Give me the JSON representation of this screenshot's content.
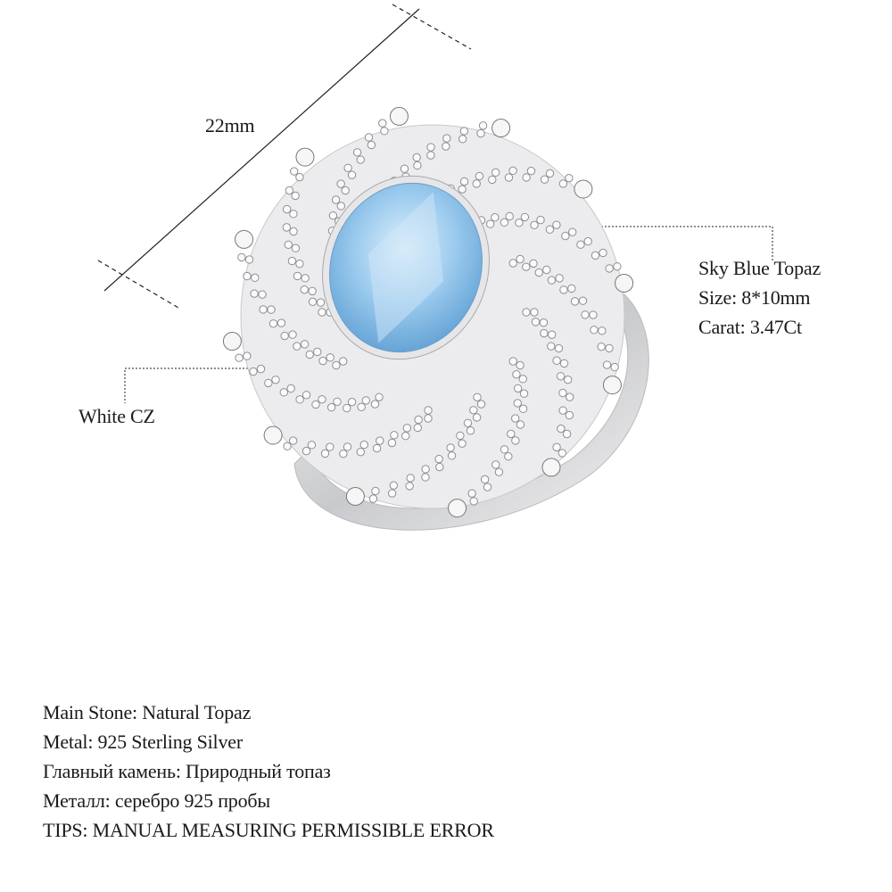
{
  "dimension": {
    "label": "22mm"
  },
  "callouts": {
    "main_stone": {
      "name": "Sky Blue Topaz",
      "size": "Size: 8*10mm",
      "carat": "Carat: 3.47Ct"
    },
    "side_stone": {
      "name": "White CZ"
    }
  },
  "specs": [
    "Main Stone: Natural Topaz",
    "Metal: 925 Sterling Silver",
    "Главный камень: Природный топаз",
    "Металл: серебро 925 пробы",
    "TIPS: MANUAL MEASURING PERMISSIBLE ERROR"
  ],
  "colors": {
    "stone": "#8ec3ea",
    "metal": "#d9dadd",
    "text": "#1a1a1a"
  }
}
